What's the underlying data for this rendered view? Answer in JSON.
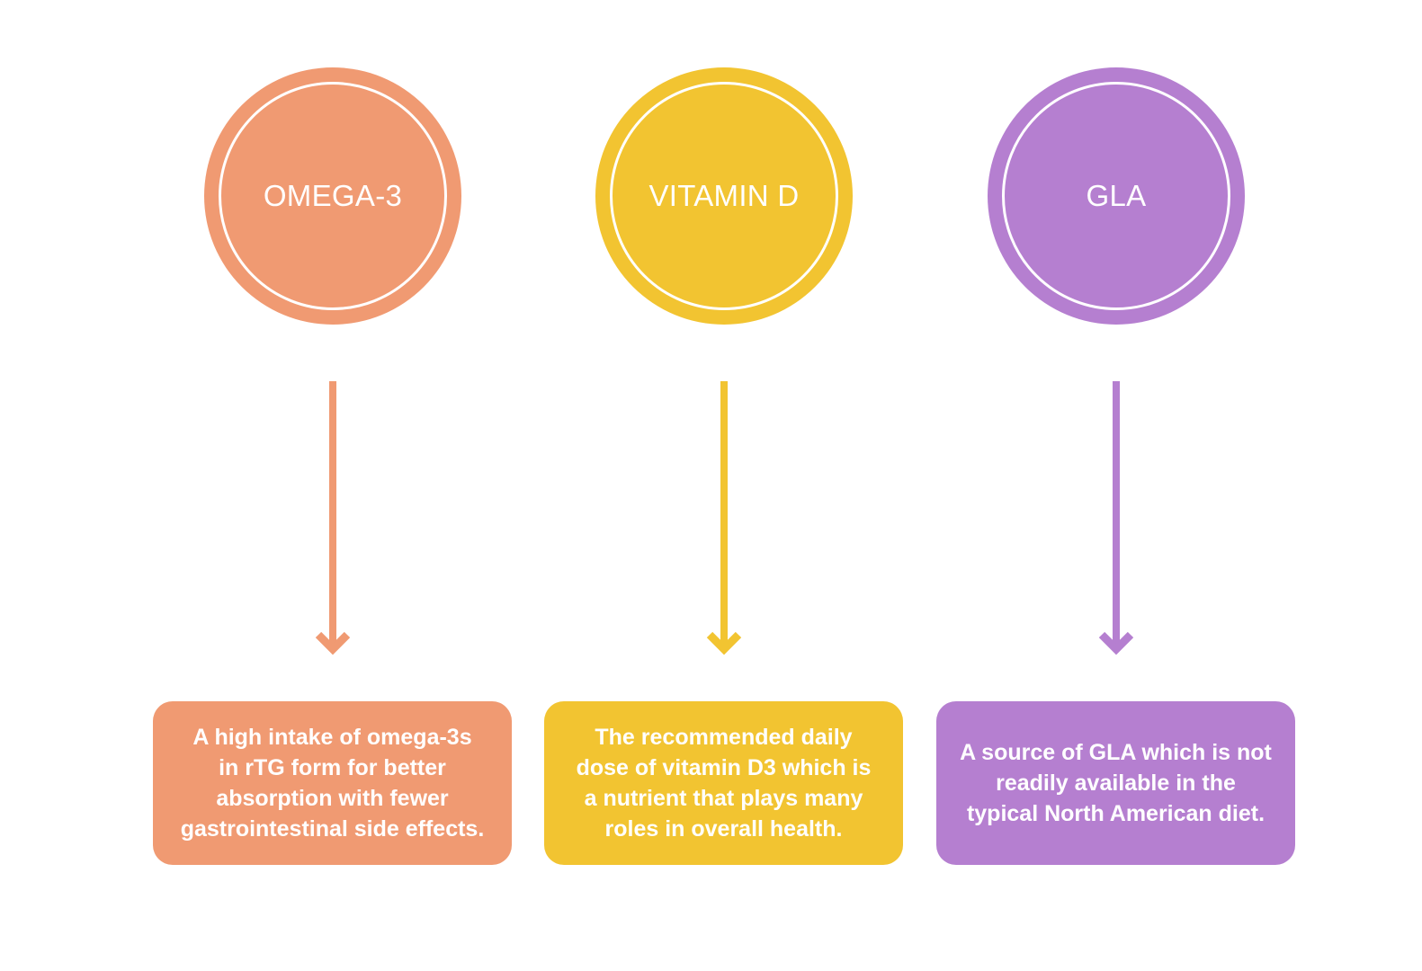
{
  "diagram": {
    "items": [
      {
        "id": "omega-3",
        "title": "OMEGA-3",
        "color": "#f09a72",
        "description_lines": [
          "A high intake of omega-3s",
          "in rTG form for better",
          "absorption with fewer",
          "gastrointestinal side effects."
        ]
      },
      {
        "id": "vitamin-d",
        "title": "VITAMIN D",
        "color": "#f2c431",
        "description_lines": [
          "The recommended daily",
          "dose of vitamin D3 which is",
          "a nutrient that plays many",
          "roles in overall health."
        ]
      },
      {
        "id": "gla",
        "title": "GLA",
        "color": "#b57fd0",
        "description_lines": [
          "A source of GLA which is not",
          "readily available in the",
          "typical North American diet."
        ]
      }
    ]
  }
}
